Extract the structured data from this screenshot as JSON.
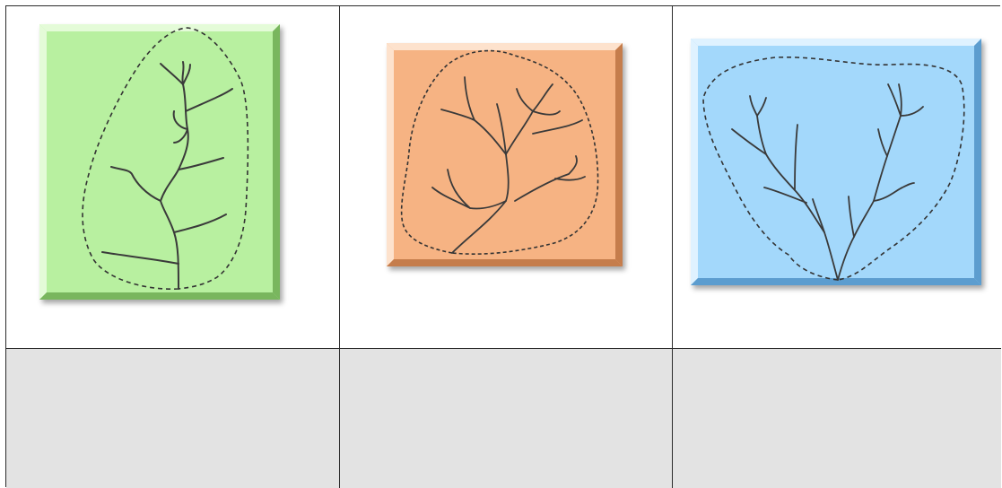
{
  "panels": [
    {
      "id": "panel-1",
      "color": "#b8f0a0",
      "edge_light": "#e4fbd8",
      "edge_dark": "#79b65e",
      "pattern": "pinnate"
    },
    {
      "id": "panel-2",
      "color": "#f6b383",
      "edge_light": "#fde2cd",
      "edge_dark": "#c57d4c",
      "pattern": "dendritic"
    },
    {
      "id": "panel-3",
      "color": "#a3d8fb",
      "edge_light": "#dff2ff",
      "edge_dark": "#5c9dcf",
      "pattern": "dendritic-funnel"
    }
  ],
  "colors": {
    "grid_line": "#2b2b2b",
    "bottom_row": "#e3e3e3",
    "stream": "#3a3a3a"
  }
}
